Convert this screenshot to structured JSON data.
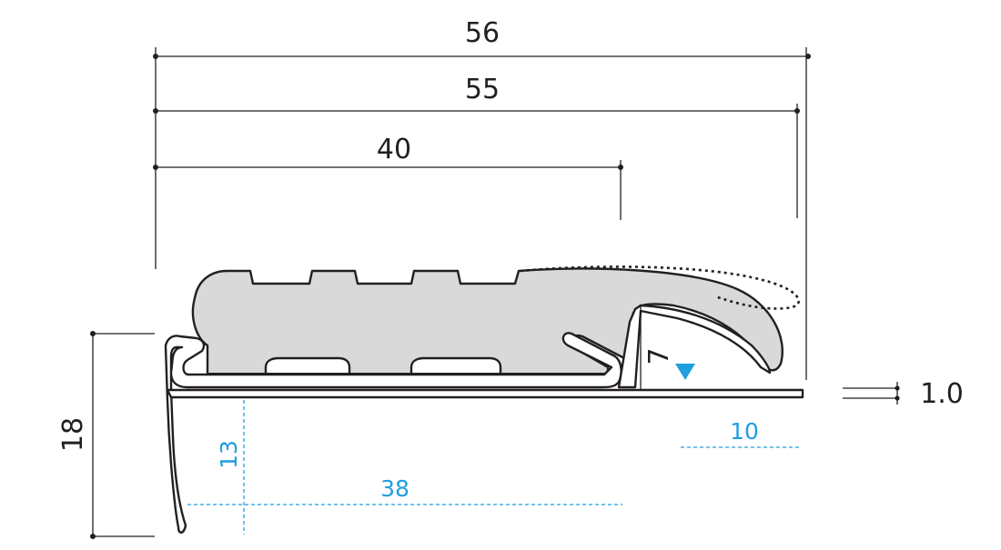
{
  "dimensions": {
    "overall_width_56": "56",
    "width_55": "55",
    "width_40": "40",
    "height_18": "18",
    "thickness_1_0": "1.0",
    "gap_7": "7"
  },
  "blue_dimensions": {
    "depth_13": "13",
    "length_38": "38",
    "length_10": "10"
  },
  "colors": {
    "line": "#231f20",
    "insert_fill": "#d9d9d9",
    "accent_blue": "#1f9ee0",
    "background": "#ffffff"
  },
  "icons": {
    "marker": "downward-triangle-marker"
  }
}
